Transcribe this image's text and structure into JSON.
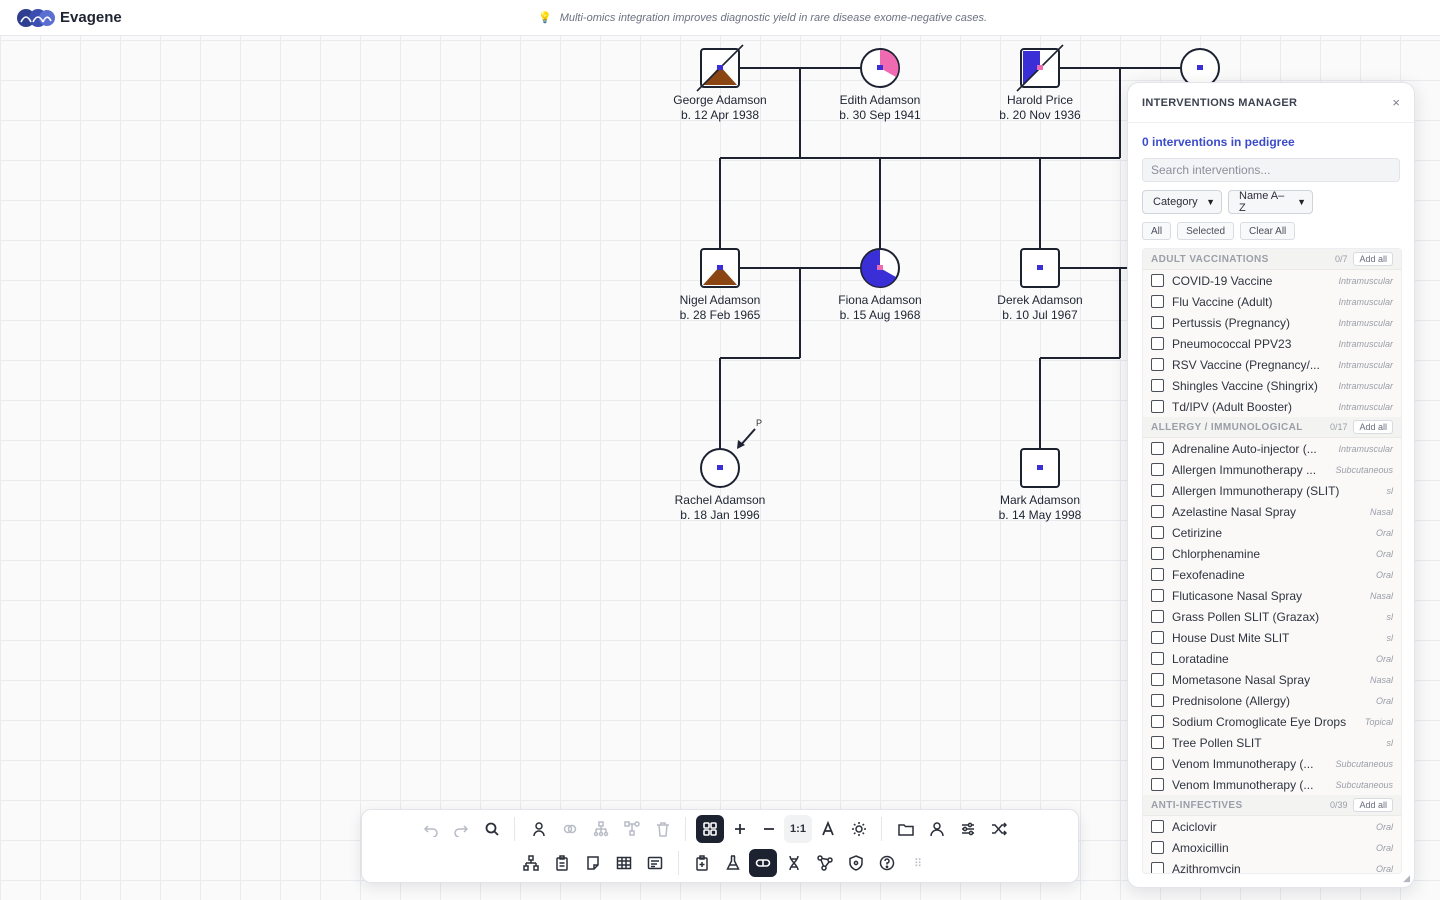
{
  "header": {
    "app_title": "Evagene",
    "tip": "Multi-omics integration improves diagnostic yield in rare disease exome-negative cases."
  },
  "pedigree": {
    "people": [
      {
        "name": "George Adamson",
        "dob": "b. 12 Apr 1938"
      },
      {
        "name": "Edith Adamson",
        "dob": "b. 30 Sep 1941"
      },
      {
        "name": "Harold Price",
        "dob": "b. 20 Nov 1936"
      },
      {
        "name": "Nigel Adamson",
        "dob": "b. 28 Feb 1965"
      },
      {
        "name": "Fiona Adamson",
        "dob": "b. 15 Aug 1968"
      },
      {
        "name": "Derek Adamson",
        "dob": "b. 10 Jul 1967"
      },
      {
        "name": "Rachel Adamson",
        "dob": "b. 18 Jan 1996"
      },
      {
        "name": "Mark Adamson",
        "dob": "b. 14 May 1998"
      }
    ],
    "proband_marker": "P",
    "colors": {
      "brown": "#8b4513",
      "blue": "#3a2fd6",
      "pink": "#f06ab2",
      "line": "#1c2230"
    }
  },
  "panel": {
    "title": "INTERVENTIONS MANAGER",
    "close": "×",
    "count": "0 interventions in pedigree",
    "search_placeholder": "Search interventions...",
    "select_category": "Category",
    "select_sort": "Name A–Z",
    "chips": {
      "all": "All",
      "selected": "Selected",
      "clear": "Clear All"
    },
    "add_all": "Add all",
    "categories": [
      {
        "name": "ADULT VACCINATIONS",
        "count": "0/7",
        "items": [
          {
            "name": "COVID-19 Vaccine",
            "route": "Intramuscular"
          },
          {
            "name": "Flu Vaccine (Adult)",
            "route": "Intramuscular"
          },
          {
            "name": "Pertussis (Pregnancy)",
            "route": "Intramuscular"
          },
          {
            "name": "Pneumococcal PPV23",
            "route": "Intramuscular"
          },
          {
            "name": "RSV Vaccine (Pregnancy/...",
            "route": "Intramuscular"
          },
          {
            "name": "Shingles Vaccine (Shingrix)",
            "route": "Intramuscular"
          },
          {
            "name": "Td/IPV (Adult Booster)",
            "route": "Intramuscular"
          }
        ]
      },
      {
        "name": "ALLERGY / IMMUNOLOGICAL",
        "count": "0/17",
        "items": [
          {
            "name": "Adrenaline Auto-injector (...",
            "route": "Intramuscular"
          },
          {
            "name": "Allergen Immunotherapy ...",
            "route": "Subcutaneous"
          },
          {
            "name": "Allergen Immunotherapy (SLIT)",
            "route": "sl"
          },
          {
            "name": "Azelastine Nasal Spray",
            "route": "Nasal"
          },
          {
            "name": "Cetirizine",
            "route": "Oral"
          },
          {
            "name": "Chlorphenamine",
            "route": "Oral"
          },
          {
            "name": "Fexofenadine",
            "route": "Oral"
          },
          {
            "name": "Fluticasone Nasal Spray",
            "route": "Nasal"
          },
          {
            "name": "Grass Pollen SLIT (Grazax)",
            "route": "sl"
          },
          {
            "name": "House Dust Mite SLIT",
            "route": "sl"
          },
          {
            "name": "Loratadine",
            "route": "Oral"
          },
          {
            "name": "Mometasone Nasal Spray",
            "route": "Nasal"
          },
          {
            "name": "Prednisolone (Allergy)",
            "route": "Oral"
          },
          {
            "name": "Sodium Cromoglicate Eye Drops",
            "route": "Topical"
          },
          {
            "name": "Tree Pollen SLIT",
            "route": "sl"
          },
          {
            "name": "Venom Immunotherapy (...",
            "route": "Subcutaneous"
          },
          {
            "name": "Venom Immunotherapy (...",
            "route": "Subcutaneous"
          }
        ]
      },
      {
        "name": "ANTI-INFECTIVES",
        "count": "0/39",
        "items": [
          {
            "name": "Aciclovir",
            "route": "Oral"
          },
          {
            "name": "Amoxicillin",
            "route": "Oral"
          },
          {
            "name": "Azithromycin",
            "route": "Oral"
          }
        ]
      }
    ]
  },
  "toolbar": {
    "zoom_reset_label": "1:1"
  }
}
